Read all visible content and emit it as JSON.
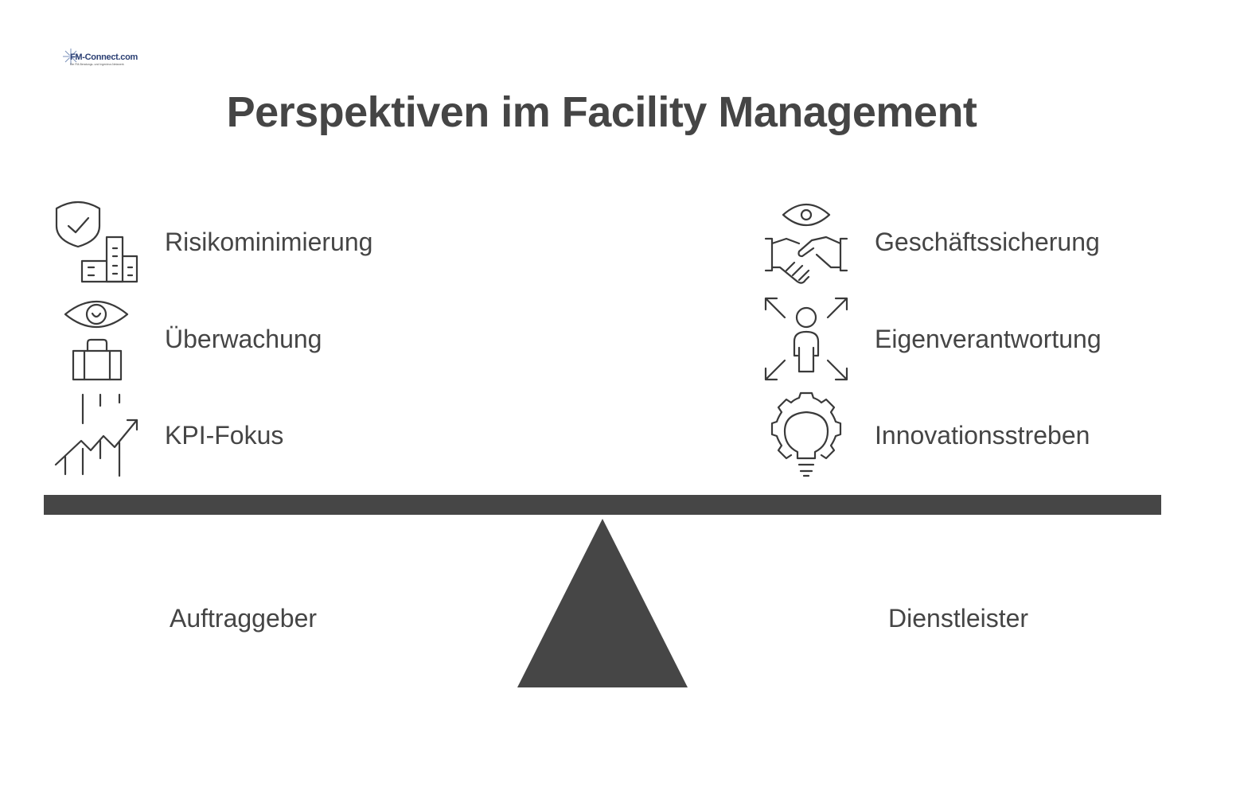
{
  "logo": {
    "name": "FM-Connect.com",
    "tagline": "Die FM-Beratungs- und Ingenieur-Netzwerk"
  },
  "title": "Perspektiven im Facility Management",
  "left": {
    "label": "Auftraggeber",
    "items": [
      {
        "label": "Risikominimierung",
        "icon": "shield-check-buildings-icon"
      },
      {
        "label": "Überwachung",
        "icon": "eye-briefcase-icon"
      },
      {
        "label": "KPI-Fokus",
        "icon": "rising-chart-arrow-icon"
      }
    ]
  },
  "right": {
    "label": "Dienstleister",
    "items": [
      {
        "label": "Geschäftssicherung",
        "icon": "eye-handshake-icon"
      },
      {
        "label": "Eigenverantwortung",
        "icon": "person-expand-arrows-icon"
      },
      {
        "label": "Innovationsstreben",
        "icon": "gear-lightbulb-icon"
      }
    ]
  },
  "colors": {
    "text": "#454545",
    "beam": "#464646",
    "icon_stroke": "#3a3a3a"
  }
}
